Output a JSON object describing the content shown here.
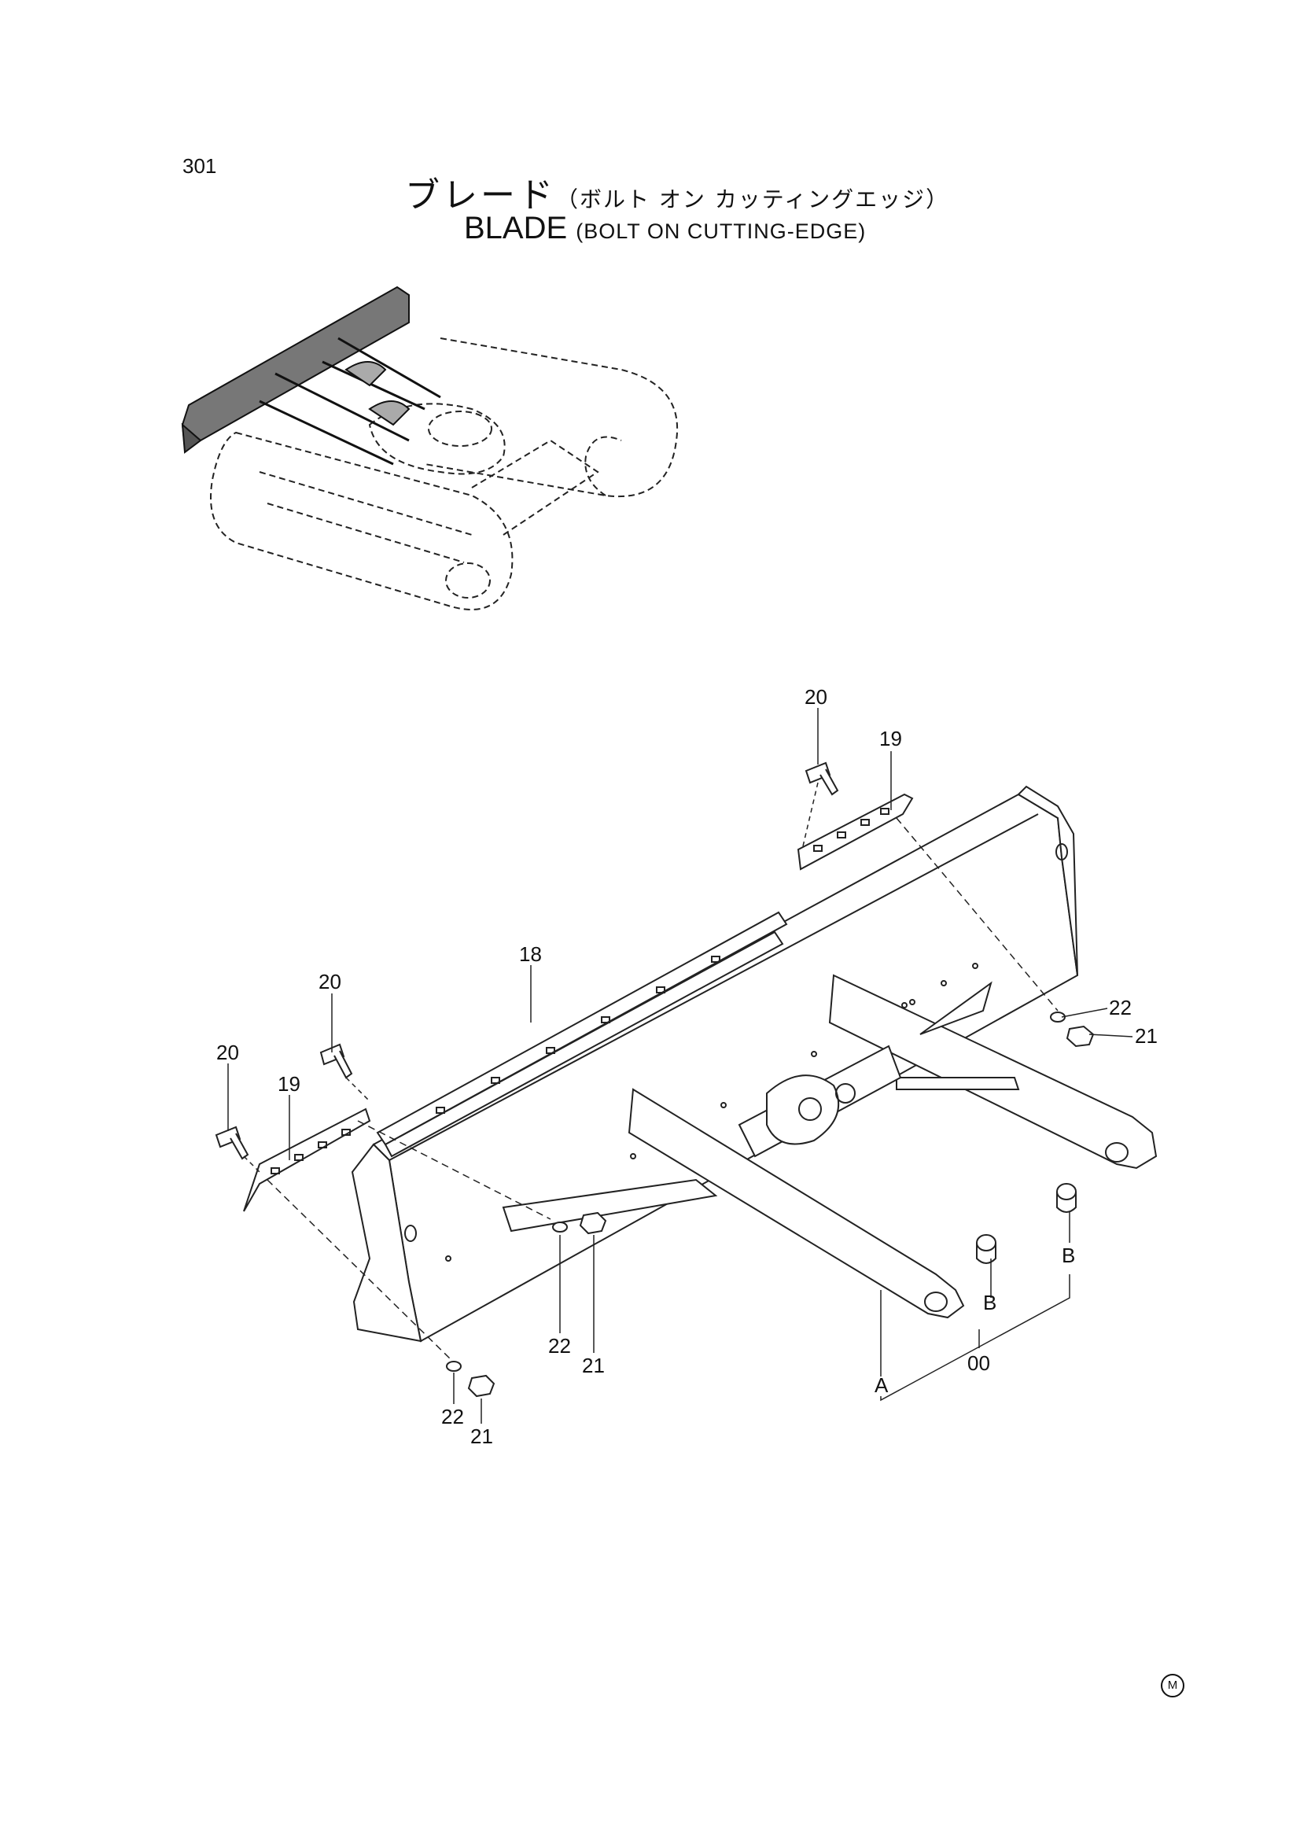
{
  "page_number": "301",
  "title_jp": {
    "main": "ブレード",
    "sub": "（ボルト オン カッティングエッジ）"
  },
  "title_en": {
    "main": "BLADE",
    "sub": "(BOLT ON CUTTING-EDGE)"
  },
  "callouts": {
    "c20_top": "20",
    "c19_top": "19",
    "c18": "18",
    "c20_mid": "20",
    "c20_left": "20",
    "c19_left": "19",
    "c22_right": "22",
    "c21_right": "21",
    "c22_center": "22",
    "c21_center": "21",
    "c22_bottom": "22",
    "c21_bottom": "21",
    "cA": "A",
    "cB_left": "B",
    "cB_right": "B",
    "c00": "00"
  },
  "mark": "M"
}
